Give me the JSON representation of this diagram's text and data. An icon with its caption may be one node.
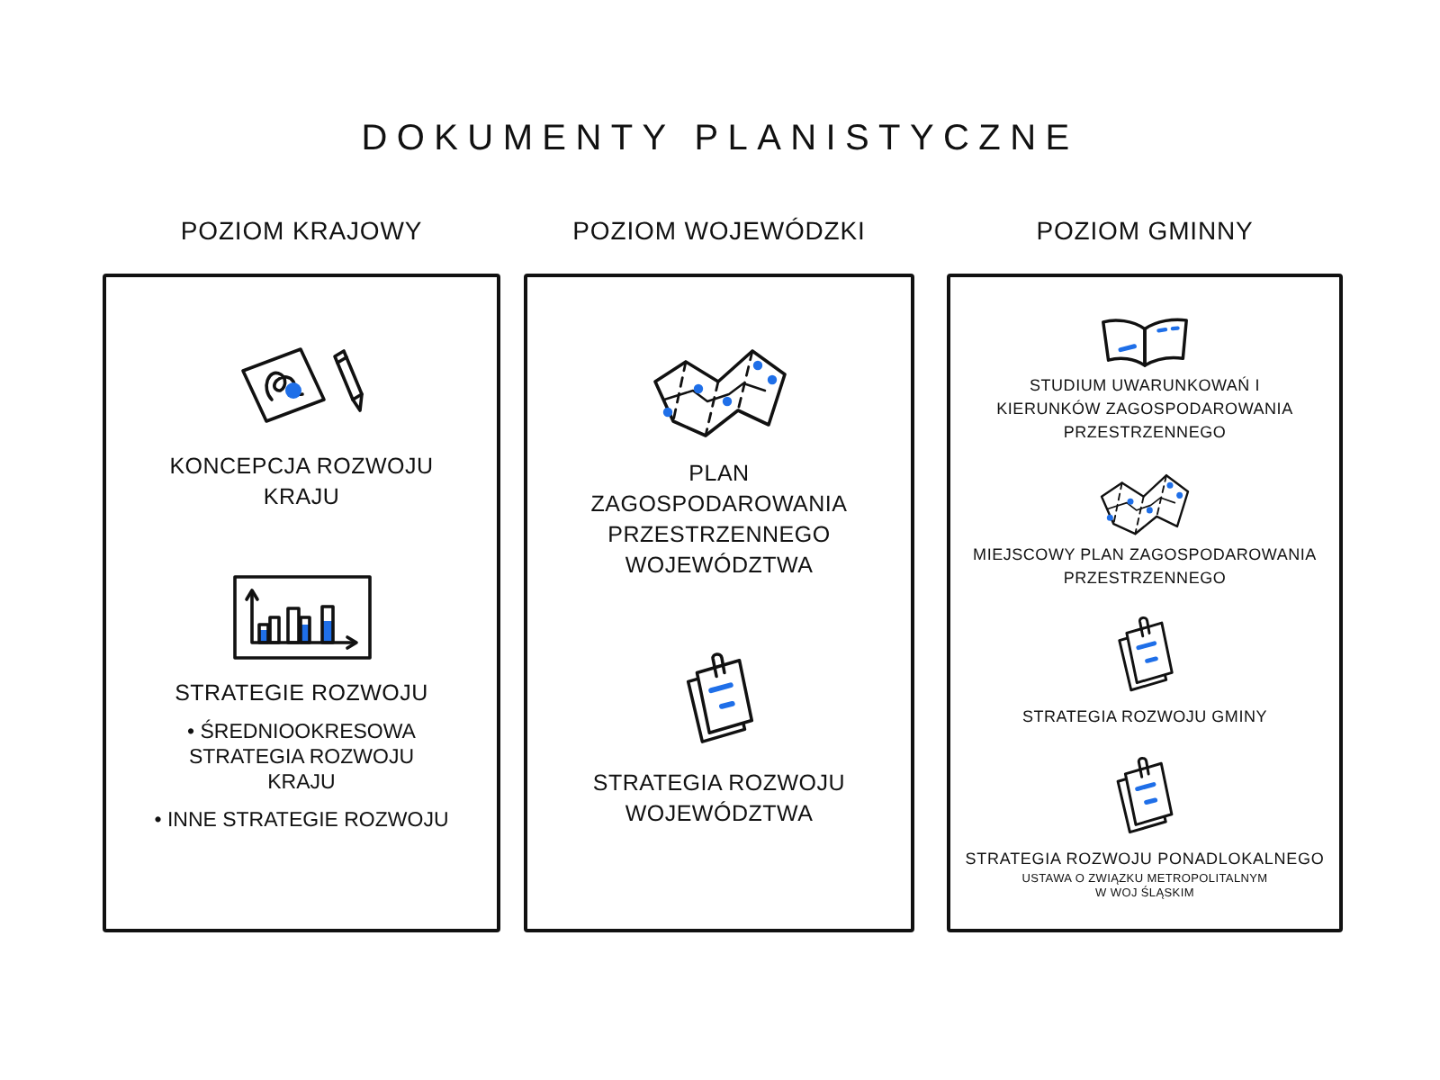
{
  "diagram": {
    "title": "DOKUMENTY PLANISTYCZNE",
    "nodes": [
      {
        "text": [
          "POZIOM KRAJOWY"
        ]
      },
      {
        "text": [
          "KONCEPCJA ROZWOJU KRAJU"
        ],
        "in": 0
      },
      {
        "text": [
          "STRATEGIE ROZWOJU",
          "• ŚREDNIOOKRESOWA STRATEGIA ROZWOJU KRAJU",
          "• INNE STRATEGIE ROZWOJU"
        ],
        "in": 0
      },
      {
        "text": [
          "POZIOM WOJEWÓDZKI"
        ]
      },
      {
        "text": [
          "PLAN ZAGOSPODAROWANIA PRZESTRZENNEGO WOJEWÓDZTWA"
        ],
        "in": 3
      },
      {
        "text": [
          "STRATEGIA ROZWOJU WOJEWÓDZTWA"
        ],
        "in": 3
      },
      {
        "text": [
          "POZIOM GMINNY"
        ]
      },
      {
        "text": [
          "STUDIUM UWARUNKOWAŃ I KIERUNKÓW ZAGOSPODAROWANIA PRZESTRZENNEGO"
        ],
        "in": 6
      },
      {
        "text": [
          "MIEJSCOWY PLAN ZAGOSPODAROWANIA PRZESTRZENNEGO"
        ],
        "in": 6
      },
      {
        "text": [
          "STRATEGIA ROZWOJU GMINY"
        ],
        "in": 6
      },
      {
        "text": [
          "STRATEGIA ROZWOJU PONADLOKALNEGO",
          "USTAWA O ZWIĄZKU METROPOLITALNYM W WOJ ŚLĄSKIM"
        ],
        "in": 6
      }
    ]
  }
}
